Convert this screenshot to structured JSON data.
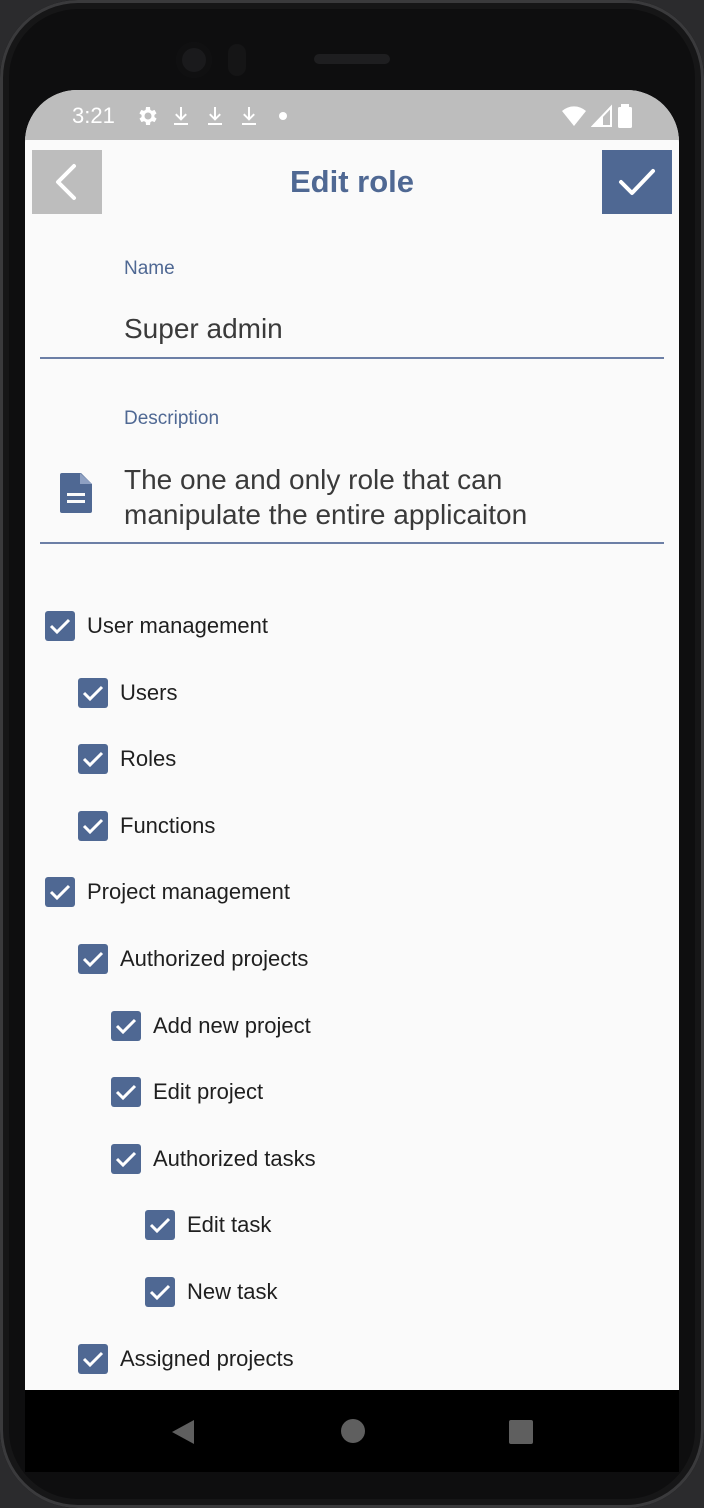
{
  "status_bar": {
    "time": "3:21",
    "left_icons": [
      "gear-icon",
      "download-icon",
      "download-icon",
      "download-icon",
      "dot-icon"
    ],
    "right_icons": [
      "wifi-icon",
      "signal-icon",
      "battery-icon"
    ]
  },
  "app_bar": {
    "title": "Edit role",
    "back_icon": "chevron-left-icon",
    "save_icon": "checkmark-icon"
  },
  "form": {
    "name": {
      "label": "Name",
      "value": "Super admin"
    },
    "description": {
      "label": "Description",
      "line1": "The one and only role that can",
      "line2": "manipulate the entire applicaiton",
      "icon": "document-icon"
    }
  },
  "permissions": [
    {
      "label": "User management",
      "level": 0,
      "checked": true
    },
    {
      "label": "Users",
      "level": 1,
      "checked": true
    },
    {
      "label": "Roles",
      "level": 1,
      "checked": true
    },
    {
      "label": "Functions",
      "level": 1,
      "checked": true
    },
    {
      "label": "Project management",
      "level": 0,
      "checked": true
    },
    {
      "label": "Authorized projects",
      "level": 1,
      "checked": true
    },
    {
      "label": "Add new project",
      "level": 2,
      "checked": true
    },
    {
      "label": "Edit project",
      "level": 2,
      "checked": true
    },
    {
      "label": "Authorized tasks",
      "level": 2,
      "checked": true
    },
    {
      "label": "Edit task",
      "level": 3,
      "checked": true
    },
    {
      "label": "New task",
      "level": 3,
      "checked": true
    },
    {
      "label": "Assigned projects",
      "level": 1,
      "checked": true
    }
  ],
  "colors": {
    "accent": "#4f6893",
    "status_bar": "#bdbdbd",
    "background": "#fafafa"
  }
}
